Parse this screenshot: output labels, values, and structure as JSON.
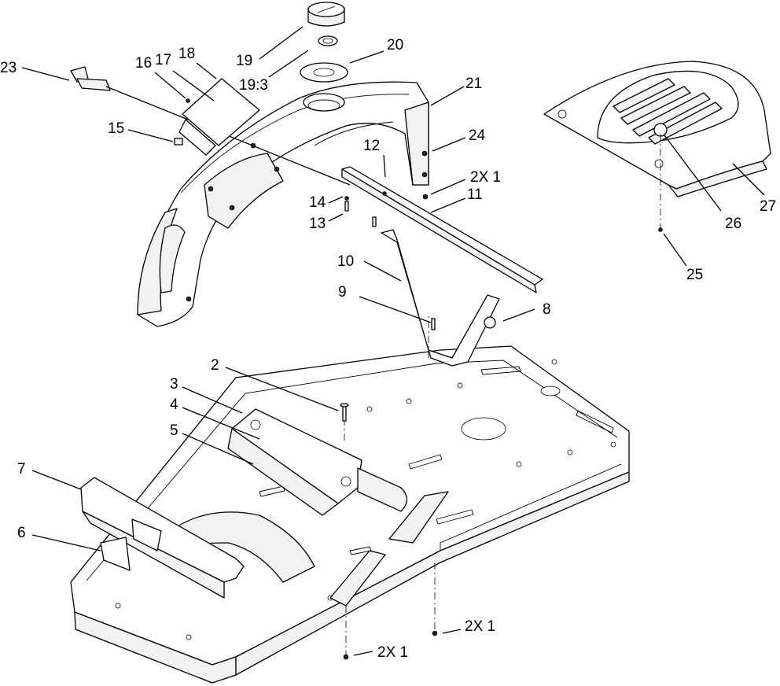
{
  "labels": {
    "l2": "2",
    "l3": "3",
    "l4": "4",
    "l5": "5",
    "l6": "6",
    "l7": "7",
    "l8": "8",
    "l9": "9",
    "l10": "10",
    "l11": "11",
    "l12": "12",
    "l13": "13",
    "l14": "14",
    "l15": "15",
    "l16": "16",
    "l17": "17",
    "l18": "18",
    "l19": "19",
    "l19_3": "19:3",
    "l20": "20",
    "l21": "21",
    "l23": "23",
    "l24": "24",
    "l25": "25",
    "l26": "26",
    "l27": "27",
    "qty_bracket": "2X 1",
    "qty_rear_nut": "2X 1",
    "qty_front_nut": "2X 1"
  }
}
